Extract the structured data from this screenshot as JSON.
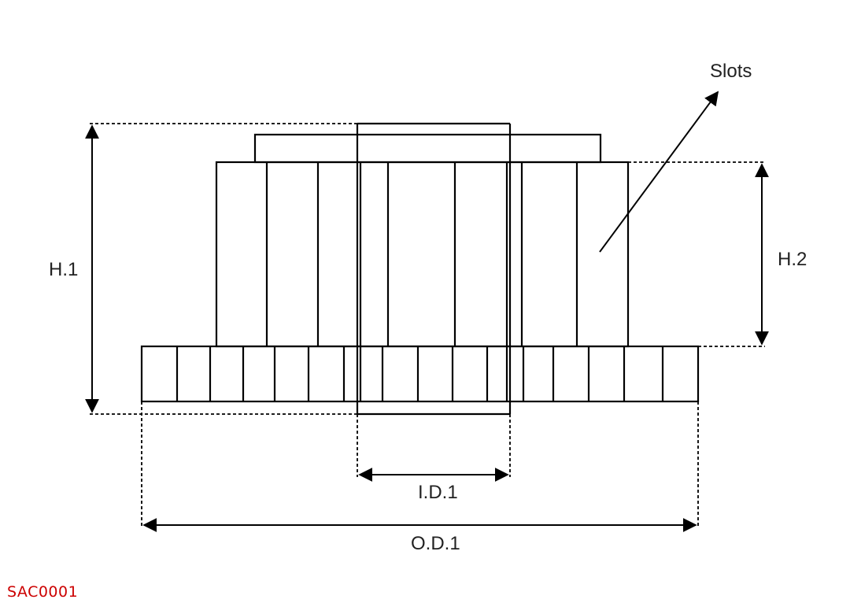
{
  "labels": {
    "slots": "Slots",
    "h1": "H.1",
    "h2": "H.2",
    "id1": "I.D.1",
    "od1": "O.D.1"
  },
  "part_code": "SAC0001",
  "colors": {
    "line": "#000000",
    "text": "#222222",
    "part_code": "#cc0000"
  }
}
